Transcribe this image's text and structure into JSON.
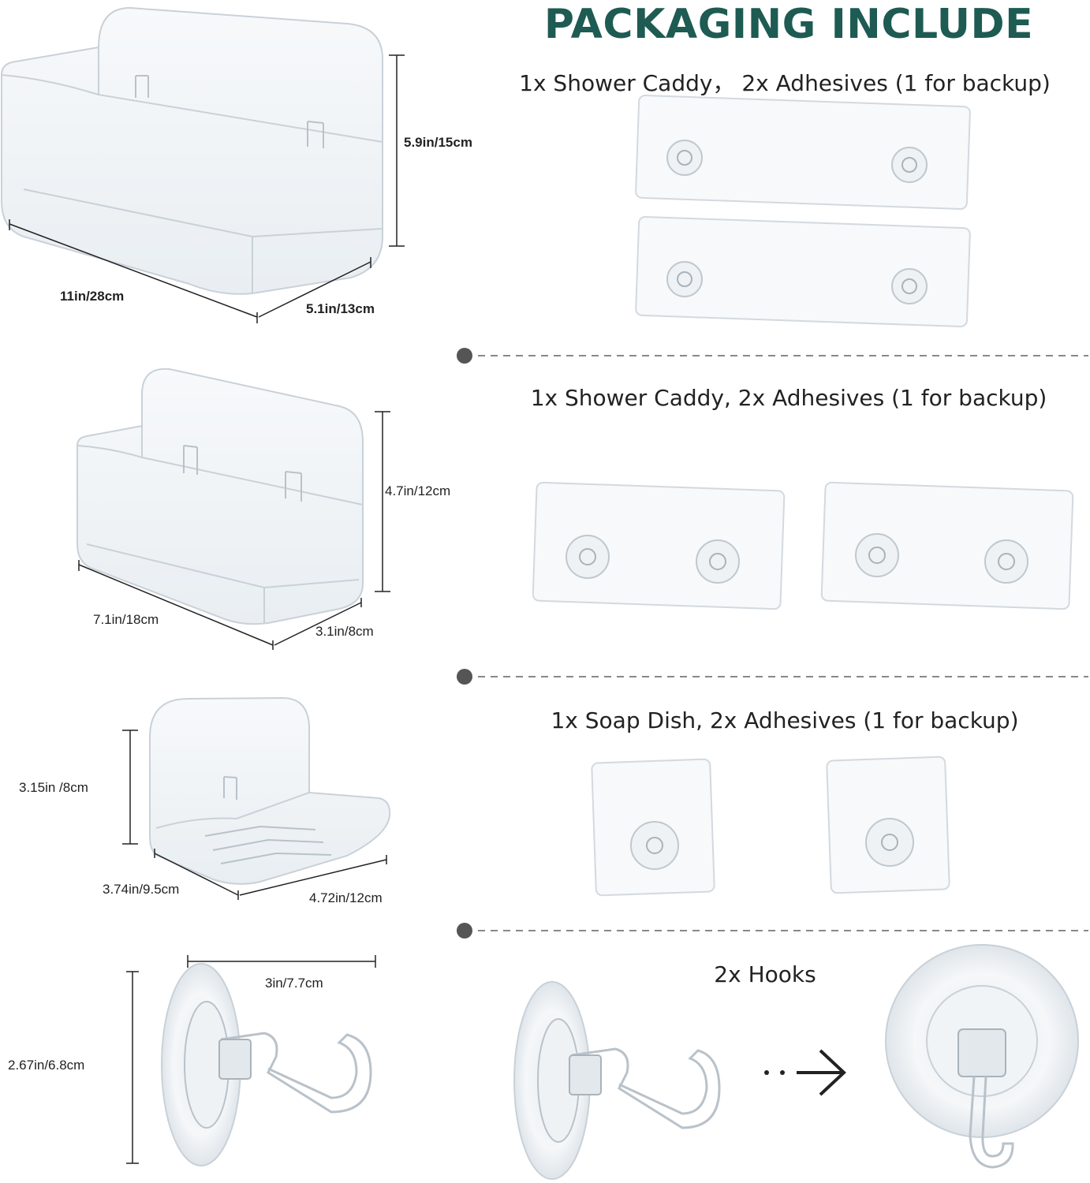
{
  "title": "PACKAGING INCLUDE",
  "colors": {
    "title": "#1e5b52",
    "accent": "#555555",
    "line": "#222222"
  },
  "sections": [
    {
      "caption": "1x Shower Caddy， 2x Adhesives (1 for backup)",
      "dims": {
        "height": "5.9in/15cm",
        "width": "11in/28cm",
        "depth": "5.1in/13cm"
      }
    },
    {
      "caption": "1x Shower Caddy, 2x Adhesives (1 for backup)",
      "dims": {
        "height": "4.7in/12cm",
        "width": "7.1in/18cm",
        "depth": "3.1in/8cm"
      }
    },
    {
      "caption": "1x Soap Dish, 2x Adhesives (1 for backup)",
      "dims": {
        "height": "3.15in /8cm",
        "width": "3.74in/9.5cm",
        "depth": "4.72in/12cm"
      }
    },
    {
      "caption": "2x Hooks",
      "dims": {
        "width": "3in/7.7cm",
        "height": "2.67in/6.8cm"
      }
    }
  ]
}
